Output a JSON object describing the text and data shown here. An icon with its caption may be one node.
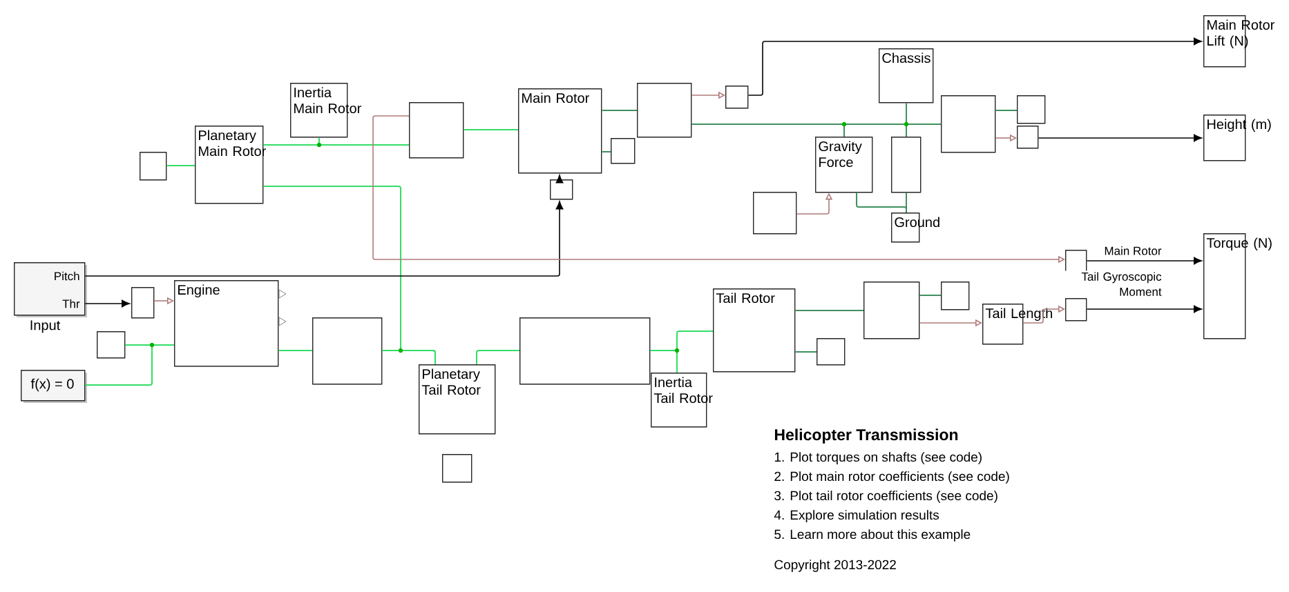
{
  "diagram": {
    "title": "Helicopter Transmission",
    "nodes": [
      {
        "text": [
          "Inertia Main Rotor"
        ]
      },
      {
        "text": [
          "Planetary Main Rotor"
        ]
      },
      {
        "text": [],
        "shape": "box"
      },
      {
        "text": [],
        "shape": "box"
      },
      {
        "text": [
          "Main Rotor"
        ]
      },
      {
        "text": [],
        "shape": "box"
      },
      {
        "text": [],
        "shape": "box"
      },
      {
        "text": [],
        "shape": "box"
      },
      {
        "text": [],
        "shape": "box"
      },
      {
        "text": [
          "Main Rotor Lift (N)"
        ]
      },
      {
        "text": [
          "Chassis"
        ]
      },
      {
        "text": [],
        "shape": "box"
      },
      {
        "text": [],
        "shape": "box"
      },
      {
        "text": [],
        "shape": "box"
      },
      {
        "text": [
          "Height (m)"
        ]
      },
      {
        "text": [
          "Gravity Force"
        ]
      },
      {
        "text": [],
        "shape": "box"
      },
      {
        "text": [],
        "shape": "box"
      },
      {
        "text": [
          "Ground"
        ]
      },
      {
        "text": [
          "Pitch",
          "Thr"
        ],
        "beside": [
          "Input"
        ]
      },
      {
        "text": [],
        "shape": "box"
      },
      {
        "text": [
          "Engine"
        ]
      },
      {
        "text": [],
        "shape": "box"
      },
      {
        "text": [
          "f(x) = 0"
        ]
      },
      {
        "text": [],
        "shape": "box"
      },
      {
        "text": [
          "Planetary Tail Rotor"
        ]
      },
      {
        "text": [],
        "shape": "box"
      },
      {
        "text": [],
        "shape": "box"
      },
      {
        "text": [
          "Inertia Tail Rotor"
        ]
      },
      {
        "text": [
          "Tail Rotor"
        ]
      },
      {
        "text": [],
        "shape": "box"
      },
      {
        "text": [],
        "shape": "box"
      },
      {
        "text": [],
        "shape": "box"
      },
      {
        "text": [
          "Tail Length"
        ]
      },
      {
        "text": [],
        "shape": "box"
      },
      {
        "text": [],
        "shape": "box"
      },
      {
        "text": [
          "Torque (N)"
        ]
      }
    ],
    "edges": [
      {
        "from": 2,
        "to": 1,
        "arrow": "none",
        "color": "#33dd66"
      },
      {
        "from": 1,
        "to": 3,
        "arrow": "none",
        "color": "#33dd66"
      },
      {
        "from": 1,
        "to": 0,
        "arrow": "none",
        "color": "#33dd66"
      },
      {
        "from": 3,
        "to": 4,
        "arrow": "none",
        "color": "#33dd66"
      },
      {
        "from": 1,
        "to": 25,
        "arrow": "none",
        "color": "#33dd66"
      },
      {
        "from": 24,
        "to": 25,
        "arrow": "none",
        "color": "#33dd66"
      },
      {
        "from": 21,
        "to": 24,
        "arrow": "none",
        "color": "#33dd66"
      },
      {
        "from": 22,
        "to": 21,
        "arrow": "none",
        "color": "#33dd66"
      },
      {
        "from": 23,
        "to": 21,
        "arrow": "none",
        "color": "#33dd66"
      },
      {
        "from": 19,
        "to": 20,
        "arrow": "to",
        "color": "#000000"
      },
      {
        "from": 20,
        "to": 21,
        "arrow": "to",
        "color": "#b07a7a"
      },
      {
        "from": 19,
        "to": 6,
        "arrow": "to",
        "color": "#000000"
      },
      {
        "from": 6,
        "to": 4,
        "arrow": "to",
        "color": "#000000"
      },
      {
        "from": 3,
        "to": 34,
        "arrow": "to",
        "color": "#b07a7a"
      },
      {
        "from": 25,
        "to": 27,
        "arrow": "none",
        "color": "#33dd66"
      },
      {
        "from": 27,
        "to": 29,
        "arrow": "none",
        "color": "#33dd66"
      },
      {
        "from": 27,
        "to": 28,
        "arrow": "none",
        "color": "#33dd66"
      },
      {
        "from": 29,
        "to": 31,
        "arrow": "none",
        "color": "#3f8f5f"
      },
      {
        "from": 29,
        "to": 30,
        "arrow": "none",
        "color": "#3f8f5f"
      },
      {
        "from": 31,
        "to": 32,
        "arrow": "none",
        "color": "#3f8f5f"
      },
      {
        "from": 31,
        "to": 33,
        "arrow": "to",
        "color": "#b07a7a"
      },
      {
        "from": 33,
        "to": 35,
        "arrow": "to",
        "color": "#b07a7a"
      },
      {
        "from": 34,
        "to": 36,
        "arrow": "to",
        "label": "Main Rotor",
        "color": "#000000"
      },
      {
        "from": 35,
        "to": 36,
        "arrow": "to",
        "label": "Tail Gyroscopic Moment",
        "color": "#000000"
      },
      {
        "from": 4,
        "to": 7,
        "arrow": "none",
        "color": "#3f8f5f"
      },
      {
        "from": 4,
        "to": 5,
        "arrow": "none",
        "color": "#3f8f5f"
      },
      {
        "from": 7,
        "to": 8,
        "arrow": "to",
        "color": "#b07a7a"
      },
      {
        "from": 8,
        "to": 9,
        "arrow": "to",
        "color": "#000000"
      },
      {
        "from": 7,
        "to": 11,
        "arrow": "none",
        "color": "#3f8f5f"
      },
      {
        "from": 7,
        "to": 15,
        "arrow": "none",
        "color": "#3f8f5f"
      },
      {
        "from": 7,
        "to": 10,
        "arrow": "none",
        "color": "#3f8f5f"
      },
      {
        "from": 7,
        "to": 16,
        "arrow": "none",
        "color": "#3f8f5f"
      },
      {
        "from": 11,
        "to": 12,
        "arrow": "none",
        "color": "#3f8f5f"
      },
      {
        "from": 11,
        "to": 13,
        "arrow": "to",
        "color": "#b07a7a"
      },
      {
        "from": 13,
        "to": 14,
        "arrow": "to",
        "color": "#000000"
      },
      {
        "from": 17,
        "to": 15,
        "arrow": "to",
        "color": "#b07a7a"
      },
      {
        "from": 15,
        "to": 18,
        "arrow": "none",
        "color": "#3f8f5f"
      },
      {
        "from": 16,
        "to": 18,
        "arrow": "none",
        "color": "#3f8f5f"
      }
    ],
    "labels": [
      "1. Plot torques on shafts (see code)",
      "2. Plot main rotor coefficients (see code)",
      "3. Plot tail rotor coefficients (see code)",
      "4. Explore simulation results",
      "5. Learn more about this example",
      "Copyright 2013-2022"
    ]
  }
}
